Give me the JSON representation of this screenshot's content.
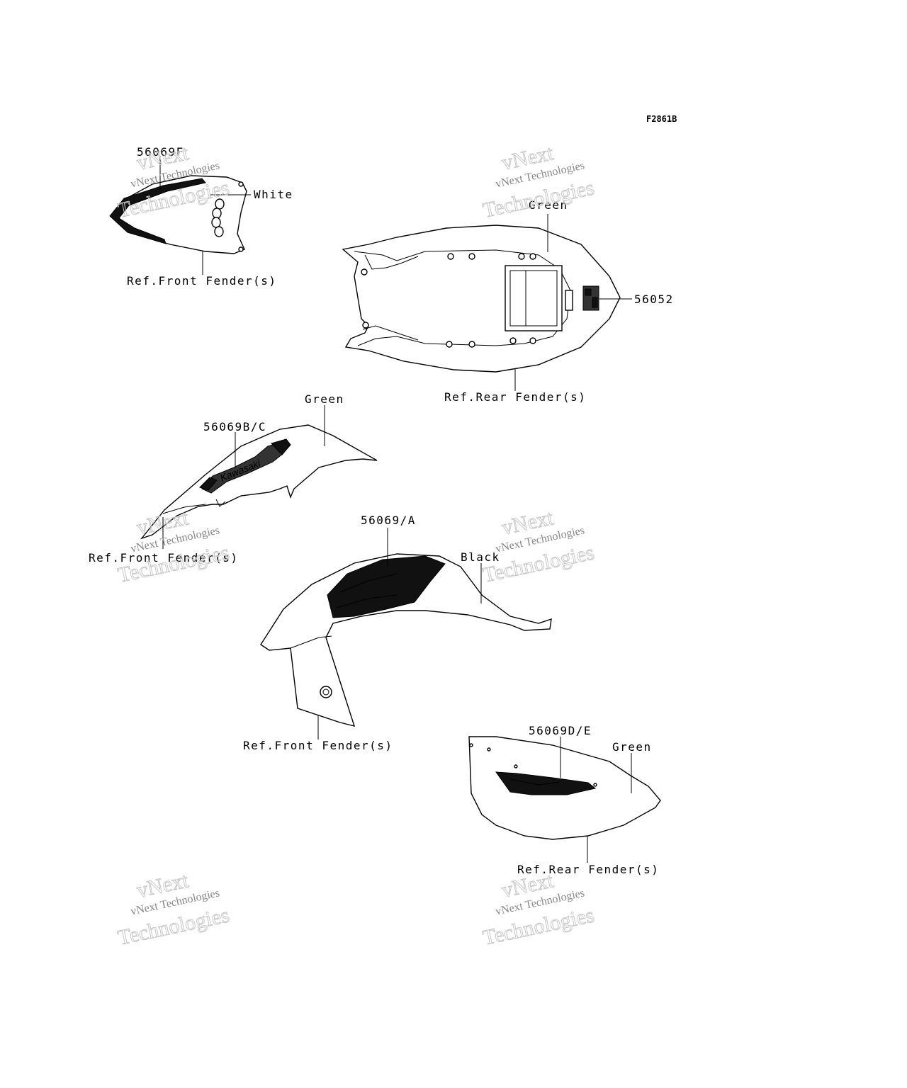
{
  "figure_code": "F2861B",
  "callouts": {
    "tail_cover_decal": "56069F",
    "white": "White",
    "ref_front_fender_1": "Ref.Front Fender(s)",
    "green_seat": "Green",
    "seat_label": "56052",
    "ref_rear_fender_1": "Ref.Rear Fender(s)",
    "green_left_shroud": "Green",
    "left_shroud_decal": "56069B/C",
    "ref_front_fender_2": "Ref.Front Fender(s)",
    "right_shroud_decal": "56069/A",
    "black": "Black",
    "ref_front_fender_3": "Ref.Front Fender(s)",
    "side_cover_decal": "56069D/E",
    "green_side_cover": "Green",
    "ref_rear_fender_2": "Ref.Rear Fender(s)"
  },
  "decal_logo_text": "Kawasaki",
  "watermark": {
    "line1": "vNext",
    "line2": "vNext Technologies",
    "line3": "Technologies"
  }
}
